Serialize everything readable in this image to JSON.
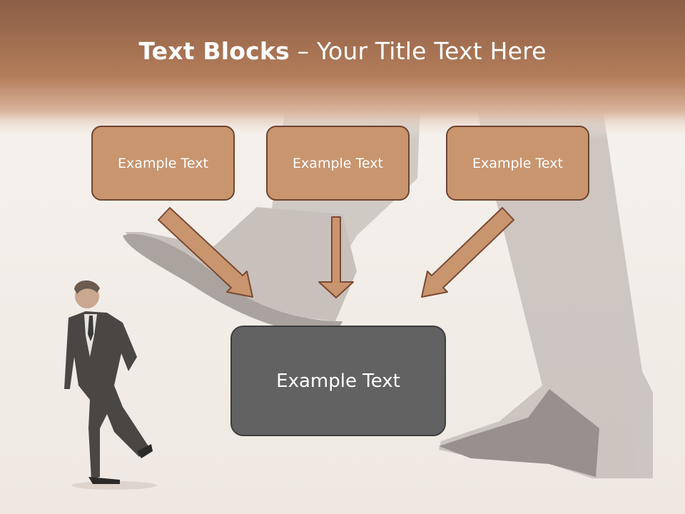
{
  "title": {
    "bold": "Text Blocks",
    "dash": " – ",
    "regular": "Your Title Text Here"
  },
  "boxes": [
    {
      "label": "Example Text"
    },
    {
      "label": "Example Text"
    },
    {
      "label": "Example Text"
    }
  ],
  "center_box": {
    "label": "Example Text"
  },
  "colors": {
    "header_band": "#b27c58",
    "box_fill": "#c8956f",
    "box_border": "#6e4330",
    "center_fill": "#626262",
    "arrow_fill": "#c8956f",
    "arrow_stroke": "#7a4a33"
  }
}
